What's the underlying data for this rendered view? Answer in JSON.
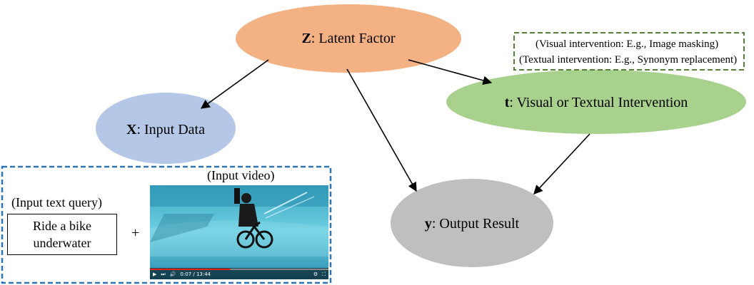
{
  "nodes": {
    "z": {
      "symbol": "Z",
      "text": ": Latent Factor",
      "color": "#f4b183"
    },
    "x": {
      "symbol": "X",
      "text": ": Input Data",
      "color": "#b4c7e7"
    },
    "t": {
      "symbol": "t",
      "text": ": Visual or Textual Intervention",
      "color": "#a9d18e"
    },
    "y": {
      "symbol": "y",
      "text": ": Output Result",
      "color": "#bfbfbf"
    }
  },
  "intervention_examples": {
    "visual": "(Visual intervention: E.g., Image masking)",
    "textual": "(Textual intervention: E.g., Synonym replacement)",
    "border_color": "#548235"
  },
  "input_panel": {
    "border_color": "#2e75b6",
    "text_query_caption": "(Input text query)",
    "text_query_line1": "Ride a bike",
    "text_query_line2": "underwater",
    "plus": "+",
    "video_caption": "(Input video)",
    "video_time": "0:07 / 13:44",
    "video_progress": 0.45
  },
  "colors": {
    "water_light": "#5fc3d8",
    "water_dark": "#1f7f9e",
    "progress": "#e62117"
  }
}
